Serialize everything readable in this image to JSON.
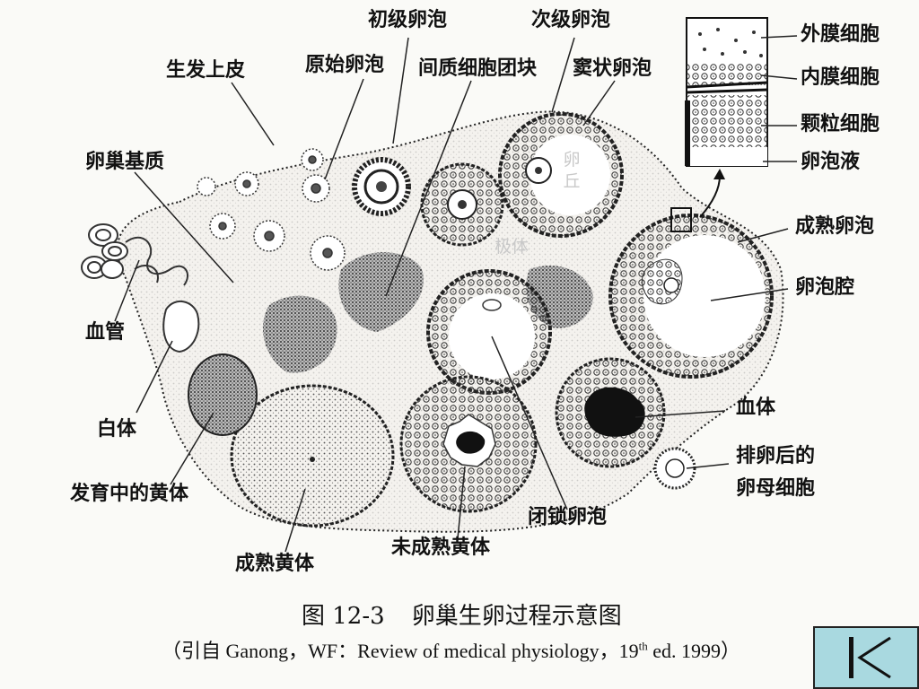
{
  "labels": {
    "primary_follicle": "初级卵泡",
    "secondary_follicle": "次级卵泡",
    "germinal_epithelium": "生发上皮",
    "primordial_follicle": "原始卵泡",
    "interstitial_cell_mass": "间质细胞团块",
    "vesicular_follicle": "窦状卵泡",
    "ovarian_stroma": "卵巢基质",
    "blood_vessel": "血管",
    "corpus_albicans": "白体",
    "developing_corpus_luteum": "发育中的黄体",
    "mature_corpus_luteum": "成熟黄体",
    "immature_corpus_luteum": "未成熟黄体",
    "atretic_follicle": "闭锁卵泡",
    "corpus_hemorrhagicum": "血体",
    "ovulated_oocyte_line1": "排卵后的",
    "ovulated_oocyte_line2": "卵母细胞",
    "mature_follicle": "成熟卵泡",
    "follicular_cavity": "卵泡腔",
    "theca_externa": "外膜细胞",
    "theca_interna": "内膜细胞",
    "granulosa_cells": "颗粒细胞",
    "follicular_fluid": "卵泡液",
    "cumulus": "卵丘",
    "polar_body": "极体"
  },
  "caption": {
    "figure_number": "图 12-3",
    "title": "卵巢生卵过程示意图"
  },
  "source": {
    "prefix": "（引自 Ganong，WF：Review of medical physiology，19",
    "superscript": "th",
    "suffix": " ed. 1999）"
  },
  "nav": {
    "first_slide_icon": "skip-to-first-icon"
  }
}
